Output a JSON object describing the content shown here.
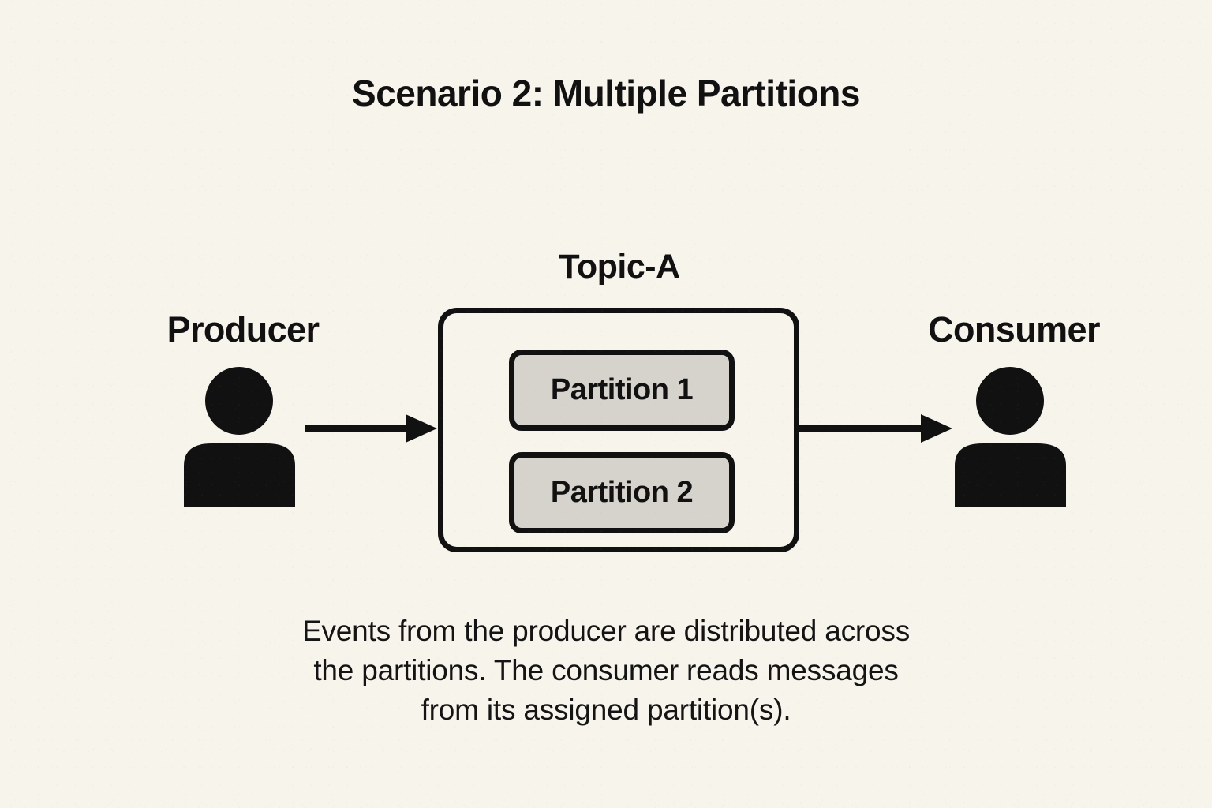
{
  "meta": {
    "background_color": "#f7f4ec",
    "ink_color": "#111111",
    "partition_fill_color": "#d6d3cd"
  },
  "title": "Scenario 2: Multiple Partitions",
  "producer": {
    "label": "Producer",
    "icon": "person-icon"
  },
  "consumer": {
    "label": "Consumer",
    "icon": "person-icon"
  },
  "topic": {
    "label": "Topic-A",
    "partitions": [
      {
        "label": "Partition 1"
      },
      {
        "label": "Partition 2"
      }
    ]
  },
  "arrows": [
    {
      "name": "producer-to-topic",
      "direction": "right"
    },
    {
      "name": "topic-to-consumer",
      "direction": "right"
    }
  ],
  "caption": {
    "lines": [
      "Events from the producer are distributed across",
      "the partitions. The consumer reads messages",
      "from its assigned partition(s)."
    ]
  }
}
